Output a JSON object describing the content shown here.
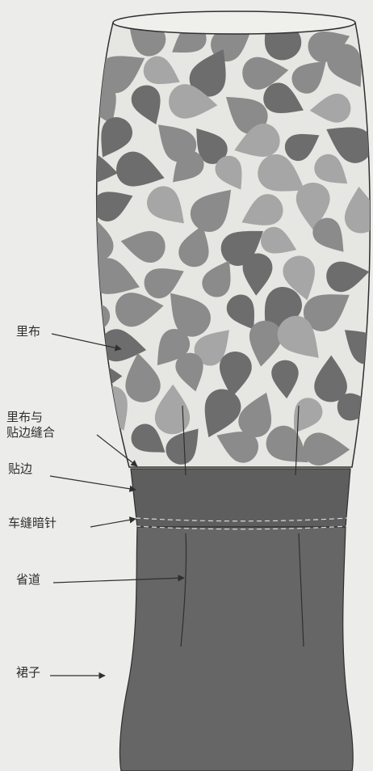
{
  "colors": {
    "background": "#ecedea",
    "lining_fabric": "#e6e6e3",
    "leaf_dark": "#6d6d6d",
    "leaf_mid": "#8b8b8b",
    "leaf_light": "#a6a6a6",
    "facing": "#5e5e5e",
    "skirt": "#666666",
    "outline": "#2f2f2f",
    "stitch": "#d9d9d9"
  },
  "labels": {
    "lining": "里布",
    "lining_facing_seam": "里布与\n贴边缝合",
    "facing": "贴边",
    "blind_stitch": "车缝暗针",
    "dart": "省道",
    "skirt": "裙子"
  }
}
